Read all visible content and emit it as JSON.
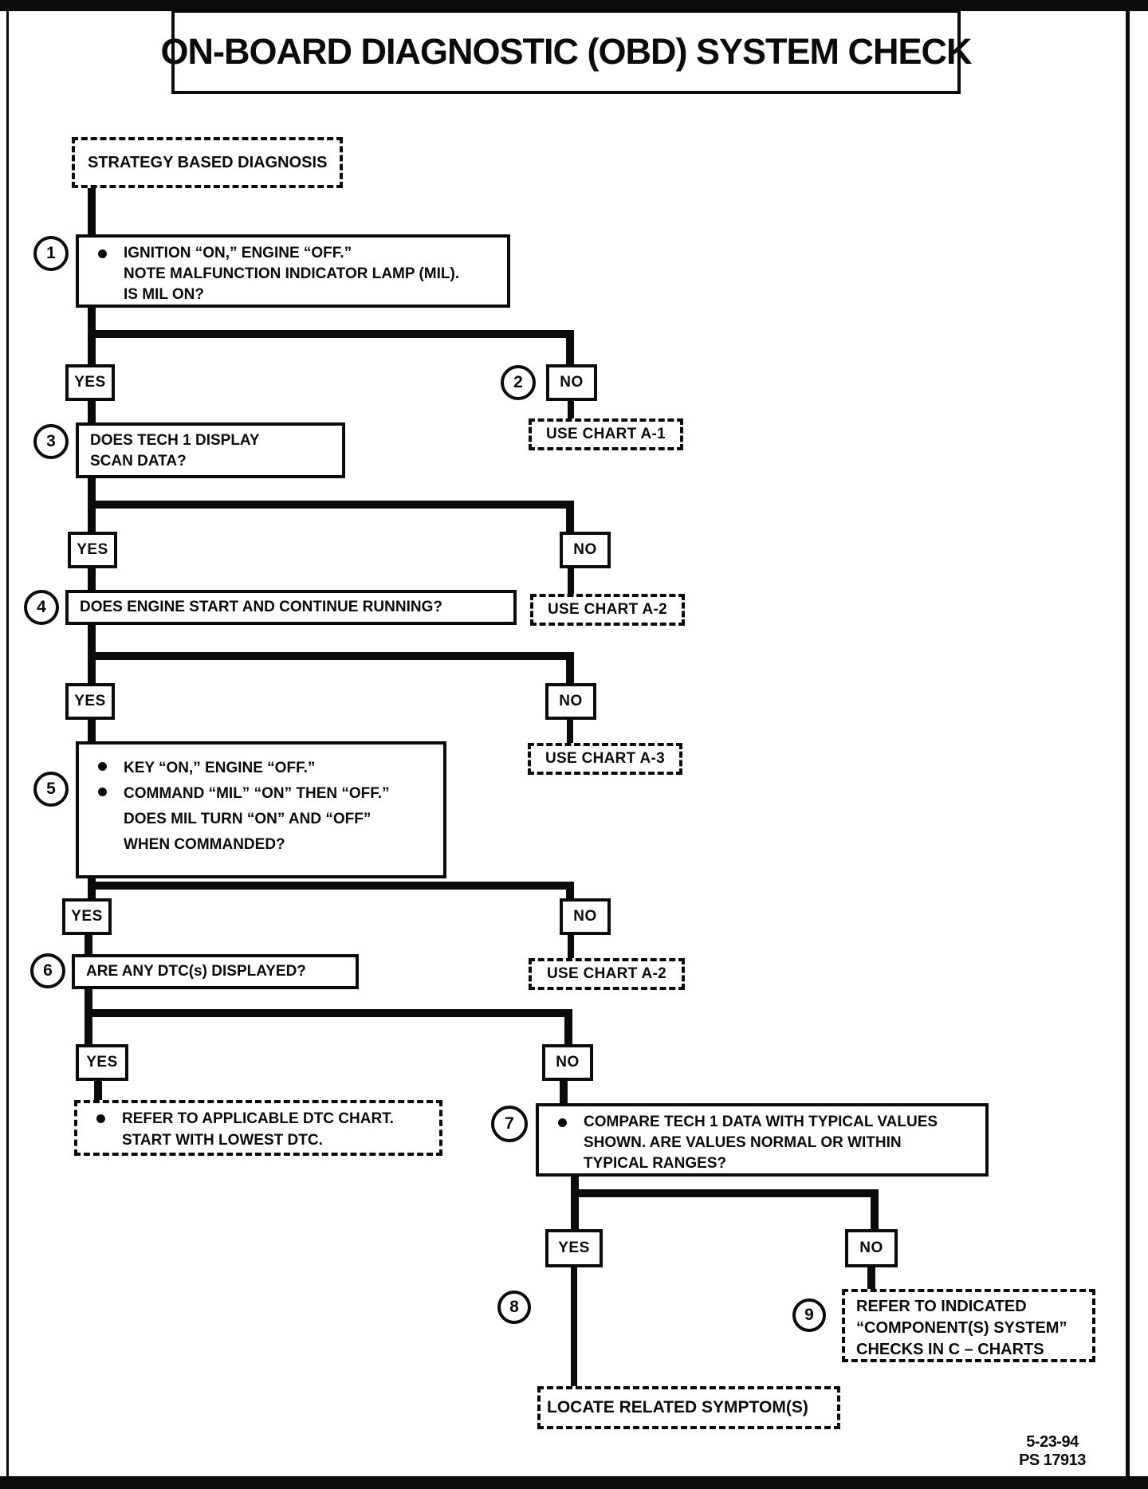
{
  "colors": {
    "ink": "#0b0b0b",
    "paper": "#ffffff"
  },
  "page": {
    "title": "ON-BOARD DIAGNOSTIC (OBD) SYSTEM CHECK",
    "footer": {
      "date": "5-23-94",
      "code": "PS 17913"
    }
  },
  "flowchart": {
    "start": "STRATEGY BASED DIAGNOSIS",
    "yes": "YES",
    "no": "NO",
    "step1": {
      "num": "1",
      "line1": "IGNITION “ON,” ENGINE “OFF.”",
      "line2": "NOTE MALFUNCTION INDICATOR LAMP (MIL).",
      "line3": "IS MIL ON?"
    },
    "step2": {
      "num": "2"
    },
    "chart_a1": "USE CHART A-1",
    "step3": {
      "num": "3",
      "line1": "DOES TECH 1 DISPLAY",
      "line2": "SCAN DATA?"
    },
    "chart_a2": "USE CHART A-2",
    "step4": {
      "num": "4",
      "line1": "DOES ENGINE START AND CONTINUE RUNNING?"
    },
    "chart_a3": "USE CHART A-3",
    "step5": {
      "num": "5",
      "line1": "KEY “ON,” ENGINE “OFF.”",
      "line2": "COMMAND “MIL” “ON” THEN “OFF.”",
      "line3": "DOES MIL TURN “ON” AND “OFF”",
      "line4": "WHEN COMMANDED?"
    },
    "step6": {
      "num": "6",
      "line1": "ARE ANY DTC(s) DISPLAYED?"
    },
    "chart_a2_second": "USE CHART A-2",
    "dtc_result": {
      "line1": "REFER TO APPLICABLE DTC CHART.",
      "line2": "START WITH LOWEST DTC."
    },
    "step7": {
      "num": "7",
      "line1": "COMPARE TECH 1 DATA WITH TYPICAL VALUES",
      "line2": "SHOWN. ARE VALUES NORMAL OR WITHIN",
      "line3": "TYPICAL RANGES?"
    },
    "step8": {
      "num": "8"
    },
    "step9": {
      "num": "9",
      "line1": "REFER TO INDICATED",
      "line2": "“COMPONENT(S) SYSTEM”",
      "line3": "CHECKS IN C – CHARTS"
    },
    "locate": "LOCATE RELATED SYMPTOM(S)"
  }
}
